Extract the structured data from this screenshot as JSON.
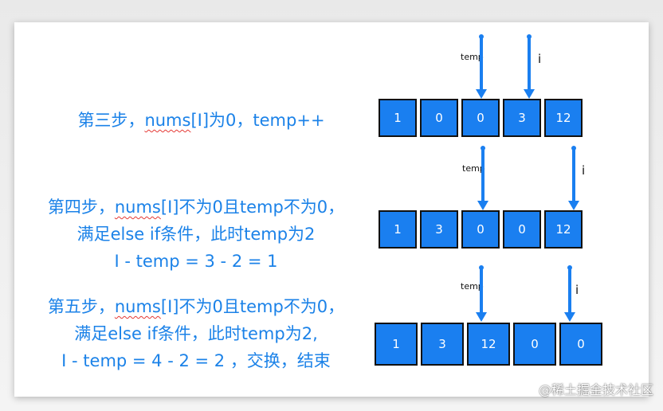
{
  "steps": [
    {
      "lines": [
        {
          "pre": "第三步，",
          "u": "nums",
          "post": "[I]为0，temp++"
        }
      ],
      "array": [
        "1",
        "0",
        "0",
        "3",
        "12"
      ],
      "temp_label": "temp",
      "i_label": "i"
    },
    {
      "lines": [
        {
          "pre": "第四步，",
          "u": "nums",
          "post": "[I]不为0且temp不为0，"
        },
        {
          "pre": "满足else if条件，此时temp为2",
          "u": "",
          "post": ""
        },
        {
          "pre": "I - temp = 3 - 2 = 1",
          "u": "",
          "post": ""
        }
      ],
      "array": [
        "1",
        "3",
        "0",
        "0",
        "12"
      ],
      "temp_label": "temp",
      "i_label": "i"
    },
    {
      "lines": [
        {
          "pre": "第五步，",
          "u": "nums",
          "post": "[I]不为0且temp不为0，"
        },
        {
          "pre": "满足else if条件，此时temp为2,",
          "u": "",
          "post": ""
        },
        {
          "pre": "I - temp = 4 - 2 = 2 ，交换，结束",
          "u": "",
          "post": ""
        }
      ],
      "array": [
        "1",
        "3",
        "12",
        "0",
        "0"
      ],
      "temp_label": "temp",
      "i_label": "i"
    }
  ],
  "watermark": "@稀土掘金技术社区",
  "colors": {
    "text": "#1b82e8",
    "cell": "#1a7ff0",
    "arrow": "#1a7ff0"
  }
}
